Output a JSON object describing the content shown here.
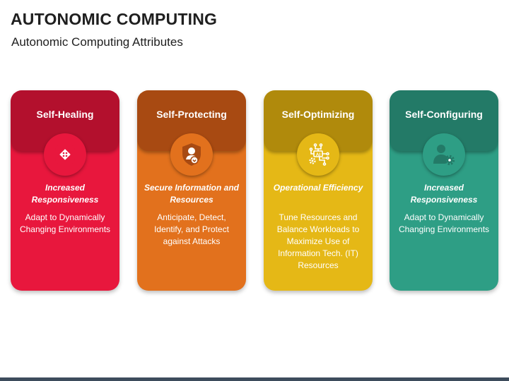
{
  "header": {
    "title": "AUTONOMIC COMPUTING",
    "subtitle": "Autonomic Computing Attributes"
  },
  "cards": [
    {
      "label": "Self-Healing",
      "attribute": "Increased Responsiveness",
      "description": "Adapt to Dynamically Changing Environments",
      "icon": "bandage-icon",
      "colors": {
        "body": "#e8173d",
        "head": "#b3102d"
      }
    },
    {
      "label": "Self-Protecting",
      "attribute": "Secure Information and Resources",
      "description": "Anticipate, Detect, Identify, and Protect against Attacks",
      "icon": "shield-user-icon",
      "colors": {
        "body": "#e2711d",
        "head": "#a84a12"
      }
    },
    {
      "label": "Self-Optimizing",
      "attribute": "Operational Efficiency",
      "description": "Tune Resources and Balance Workloads to Maximize Use of Information Tech. (IT) Resources",
      "icon": "ai-circuit-icon",
      "colors": {
        "body": "#e5b816",
        "head": "#b08a0c"
      }
    },
    {
      "label": "Self-Configuring",
      "attribute": "Increased Responsiveness",
      "description": "Adapt to Dynamically Changing Environments",
      "icon": "user-gear-icon",
      "colors": {
        "body": "#2e9e85",
        "head": "#237a67"
      }
    }
  ]
}
